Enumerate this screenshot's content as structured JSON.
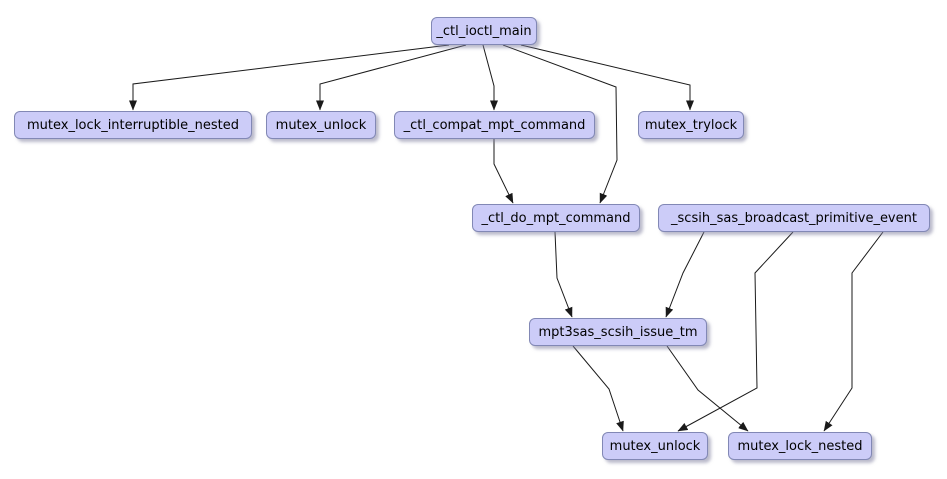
{
  "diagram": {
    "type": "call-graph",
    "background": "#ffffff",
    "node_fill": "#ccccf8",
    "node_border": "#8288b5",
    "edge_color": "#1a1a1a",
    "nodes": [
      {
        "id": "ctl-ioctl-main",
        "label": "_ctl_ioctl_main"
      },
      {
        "id": "mutex-lock-interruptible-nested",
        "label": "mutex_lock_interruptible_nested"
      },
      {
        "id": "mutex-unlock-top",
        "label": "mutex_unlock"
      },
      {
        "id": "ctl-compat-mpt-command",
        "label": "_ctl_compat_mpt_command"
      },
      {
        "id": "mutex-trylock",
        "label": "mutex_trylock"
      },
      {
        "id": "ctl-do-mpt-command",
        "label": "_ctl_do_mpt_command"
      },
      {
        "id": "scsih-sas-broadcast-primitive-event",
        "label": "_scsih_sas_broadcast_primitive_event"
      },
      {
        "id": "mpt3sas-scsih-issue-tm",
        "label": "mpt3sas_scsih_issue_tm"
      },
      {
        "id": "mutex-unlock-bottom",
        "label": "mutex_unlock"
      },
      {
        "id": "mutex-lock-nested",
        "label": "mutex_lock_nested"
      }
    ],
    "edges": [
      {
        "from": "_ctl_ioctl_main",
        "to": "mutex_lock_interruptible_nested"
      },
      {
        "from": "_ctl_ioctl_main",
        "to": "mutex_unlock"
      },
      {
        "from": "_ctl_ioctl_main",
        "to": "_ctl_compat_mpt_command"
      },
      {
        "from": "_ctl_ioctl_main",
        "to": "_ctl_do_mpt_command"
      },
      {
        "from": "_ctl_ioctl_main",
        "to": "mutex_trylock"
      },
      {
        "from": "_ctl_compat_mpt_command",
        "to": "_ctl_do_mpt_command"
      },
      {
        "from": "_ctl_do_mpt_command",
        "to": "mpt3sas_scsih_issue_tm"
      },
      {
        "from": "_scsih_sas_broadcast_primitive_event",
        "to": "mpt3sas_scsih_issue_tm"
      },
      {
        "from": "_scsih_sas_broadcast_primitive_event",
        "to": "mutex_unlock"
      },
      {
        "from": "_scsih_sas_broadcast_primitive_event",
        "to": "mutex_lock_nested"
      },
      {
        "from": "mpt3sas_scsih_issue_tm",
        "to": "mutex_unlock"
      },
      {
        "from": "mpt3sas_scsih_issue_tm",
        "to": "mutex_lock_nested"
      }
    ]
  }
}
